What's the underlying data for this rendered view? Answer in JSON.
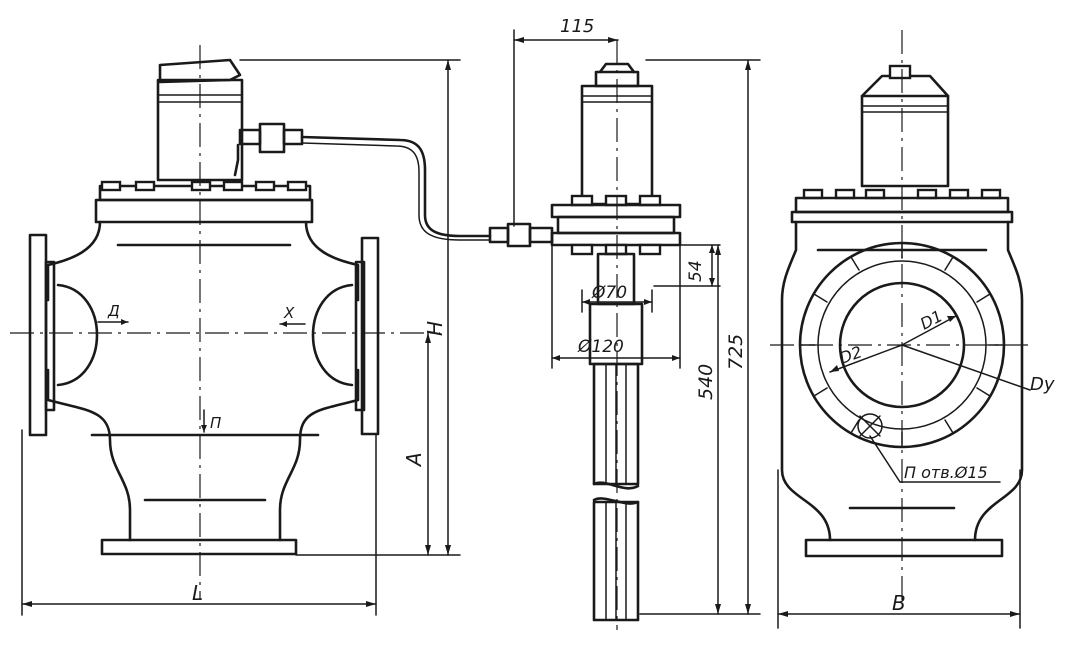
{
  "labels": {
    "dim_115": "115",
    "dim_54": "54",
    "dim_phi70": "Ø70",
    "dim_phi120": "Ø120",
    "dim_540": "540",
    "dim_725": "725",
    "dim_H": "H",
    "dim_A": "A",
    "dim_L": "L",
    "dim_B": "В",
    "flow_d": "Д",
    "flow_x": "Х",
    "flow_n": "П",
    "D1": "D1",
    "D2": "D2",
    "Dy": "Dy",
    "holes": "П отв.Ø15"
  },
  "colors": {
    "ink": "#1a1a1a",
    "paper": "#ffffff"
  }
}
